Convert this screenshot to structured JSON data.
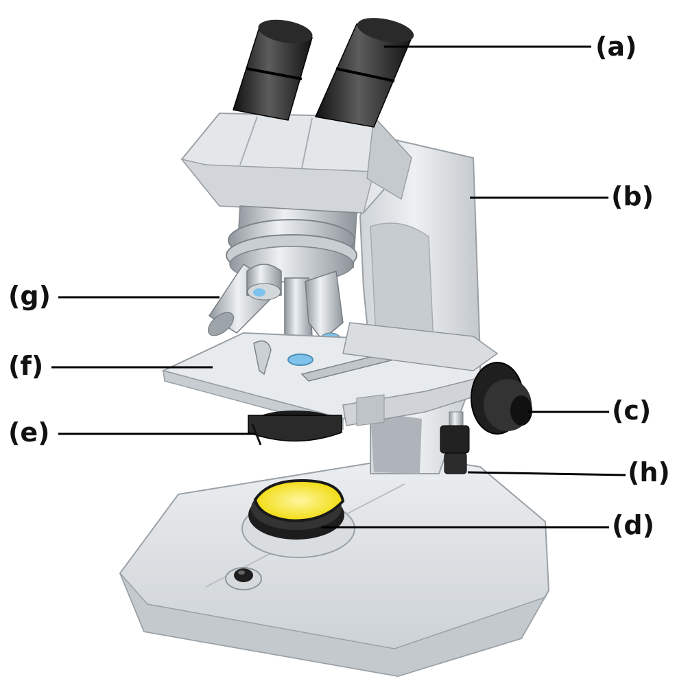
{
  "diagram": {
    "subject": "compound-light-microscope",
    "labels": {
      "a": "(a)",
      "b": "(b)",
      "c": "(c)",
      "d": "(d)",
      "e": "(e)",
      "f": "(f)",
      "g": "(g)",
      "h": "(h)"
    }
  },
  "colors": {
    "body": "#e3e6e8",
    "body_shadow": "#c4c9cd",
    "metal": "#b8bec3",
    "dark": "#1f1f1f",
    "lens_blue": "#7fc3ec",
    "lamp_yellow": "#f4e428"
  }
}
